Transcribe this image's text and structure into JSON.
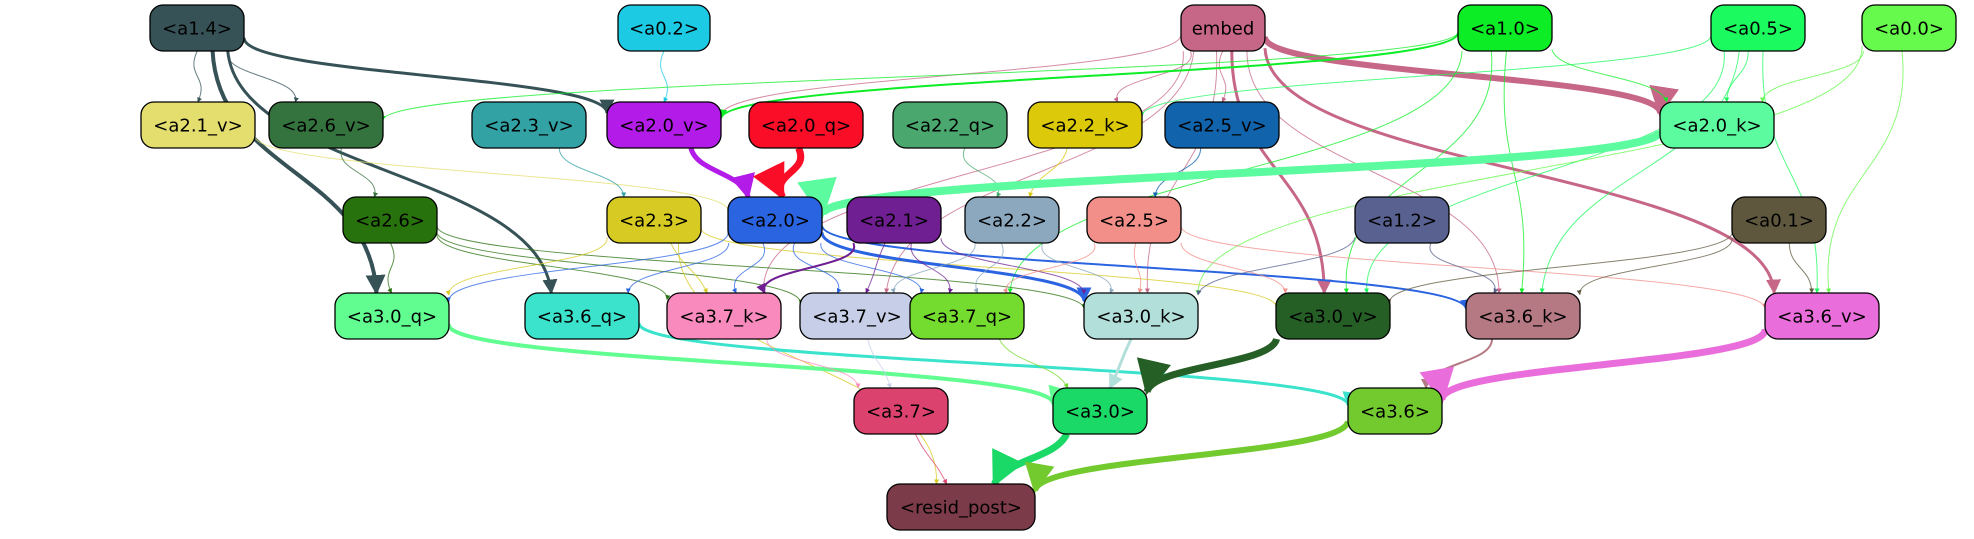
{
  "nodes": [
    {
      "id": "a1_4",
      "label": "<a1.4>",
      "fill": "#365257",
      "text": "#000000"
    },
    {
      "id": "a0_2",
      "label": "<a0.2>",
      "fill": "#1ccae4",
      "text": "#000000"
    },
    {
      "id": "embed",
      "label": "embed",
      "fill": "#c76787",
      "text": "#000000"
    },
    {
      "id": "a1_0",
      "label": "<a1.0>",
      "fill": "#0ded25",
      "text": "#000000"
    },
    {
      "id": "a0_5",
      "label": "<a0.5>",
      "fill": "#1bfa5e",
      "text": "#000000"
    },
    {
      "id": "a0_0",
      "label": "<a0.0>",
      "fill": "#66fa4c",
      "text": "#000000"
    },
    {
      "id": "a2_1_v",
      "label": "<a2.1_v>",
      "fill": "#e4de6f",
      "text": "#000000"
    },
    {
      "id": "a2_6_v",
      "label": "<a2.6_v>",
      "fill": "#34723e",
      "text": "#000000"
    },
    {
      "id": "a2_3_v",
      "label": "<a2.3_v>",
      "fill": "#32a2a5",
      "text": "#000000"
    },
    {
      "id": "a2_0_v",
      "label": "<a2.0_v>",
      "fill": "#b31be9",
      "text": "#000000"
    },
    {
      "id": "a2_0_q",
      "label": "<a2.0_q>",
      "fill": "#fa0d26",
      "text": "#000000"
    },
    {
      "id": "a2_2_q",
      "label": "<a2.2_q>",
      "fill": "#4aa86f",
      "text": "#000000"
    },
    {
      "id": "a2_2_k",
      "label": "<a2.2_k>",
      "fill": "#dcca0a",
      "text": "#000000"
    },
    {
      "id": "a2_5_v",
      "label": "<a2.5_v>",
      "fill": "#1163ab",
      "text": "#000000"
    },
    {
      "id": "a2_0_k",
      "label": "<a2.0_k>",
      "fill": "#5dfb9f",
      "text": "#000000"
    },
    {
      "id": "a2_6",
      "label": "<a2.6>",
      "fill": "#28720e",
      "text": "#000000"
    },
    {
      "id": "a2_3",
      "label": "<a2.3>",
      "fill": "#d7ca22",
      "text": "#000000"
    },
    {
      "id": "a2_0",
      "label": "<a2.0>",
      "fill": "#2a64e1",
      "text": "#000000"
    },
    {
      "id": "a2_1",
      "label": "<a2.1>",
      "fill": "#6f1f91",
      "text": "#000000"
    },
    {
      "id": "a2_2",
      "label": "<a2.2>",
      "fill": "#8ba8bf",
      "text": "#000000"
    },
    {
      "id": "a2_5",
      "label": "<a2.5>",
      "fill": "#f28f89",
      "text": "#000000"
    },
    {
      "id": "a1_2",
      "label": "<a1.2>",
      "fill": "#58618f",
      "text": "#000000"
    },
    {
      "id": "a0_1",
      "label": "<a0.1>",
      "fill": "#5e573e",
      "text": "#000000"
    },
    {
      "id": "a3_0_q",
      "label": "<a3.0_q>",
      "fill": "#62fd91",
      "text": "#000000"
    },
    {
      "id": "a3_6_q",
      "label": "<a3.6_q>",
      "fill": "#3be3cc",
      "text": "#000000"
    },
    {
      "id": "a3_7_k",
      "label": "<a3.7_k>",
      "fill": "#f98abe",
      "text": "#000000"
    },
    {
      "id": "a3_7_v",
      "label": "<a3.7_v>",
      "fill": "#c7cfe8",
      "text": "#000000"
    },
    {
      "id": "a3_7_q",
      "label": "<a3.7_q>",
      "fill": "#74dc2f",
      "text": "#000000"
    },
    {
      "id": "a3_0_k",
      "label": "<a3.0_k>",
      "fill": "#b3dfdb",
      "text": "#000000"
    },
    {
      "id": "a3_0_v",
      "label": "<a3.0_v>",
      "fill": "#265f26",
      "text": "#000000"
    },
    {
      "id": "a3_6_k",
      "label": "<a3.6_k>",
      "fill": "#b57984",
      "text": "#000000"
    },
    {
      "id": "a3_6_v",
      "label": "<a3.6_v>",
      "fill": "#ea6ddc",
      "text": "#000000"
    },
    {
      "id": "a3_7",
      "label": "<a3.7>",
      "fill": "#dc426e",
      "text": "#000000"
    },
    {
      "id": "a3_0",
      "label": "<a3.0>",
      "fill": "#1bd966",
      "text": "#000000"
    },
    {
      "id": "a3_6",
      "label": "<a3.6>",
      "fill": "#72ca2f",
      "text": "#000000"
    },
    {
      "id": "resid_post",
      "label": "<resid_post>",
      "fill": "#7c3b48",
      "text": "#000000"
    }
  ],
  "edges": [
    {
      "from": "a1_4",
      "to": "a2_1_v",
      "color": "#365257",
      "weight": 1
    },
    {
      "from": "a1_4",
      "to": "a2_6_v",
      "color": "#365257",
      "weight": 1
    },
    {
      "from": "a1_4",
      "to": "a2_0_v",
      "color": "#365257",
      "weight": 3
    },
    {
      "from": "a1_4",
      "to": "a3_0_q",
      "color": "#365257",
      "weight": 4
    },
    {
      "from": "a1_4",
      "to": "a3_6_q",
      "color": "#365257",
      "weight": 3
    },
    {
      "from": "a0_2",
      "to": "a2_0_v",
      "color": "#1ccae4",
      "weight": 1
    },
    {
      "from": "embed",
      "to": "a2_0_k",
      "color": "#c76787",
      "weight": 6
    },
    {
      "from": "embed",
      "to": "a3_0_v",
      "color": "#c76787",
      "weight": 3
    },
    {
      "from": "embed",
      "to": "a3_6_v",
      "color": "#c76787",
      "weight": 3
    },
    {
      "from": "embed",
      "to": "a2_2_k",
      "color": "#c76787",
      "weight": 1
    },
    {
      "from": "embed",
      "to": "a2_5_v",
      "color": "#c76787",
      "weight": 1
    },
    {
      "from": "embed",
      "to": "a2_0_v",
      "color": "#c76787",
      "weight": 1
    },
    {
      "from": "embed",
      "to": "a3_6_k",
      "color": "#c76787",
      "weight": 1
    },
    {
      "from": "embed",
      "to": "a3_0_k",
      "color": "#c76787",
      "weight": 1
    },
    {
      "from": "embed",
      "to": "a3_7_k",
      "color": "#c76787",
      "weight": 1
    },
    {
      "from": "embed",
      "to": "a3_7_v",
      "color": "#c76787",
      "weight": 1
    },
    {
      "from": "a1_0",
      "to": "a2_0_v",
      "color": "#0ded25",
      "weight": 2
    },
    {
      "from": "a1_0",
      "to": "a2_6_v",
      "color": "#0ded25",
      "weight": 1
    },
    {
      "from": "a1_0",
      "to": "a2_0_k",
      "color": "#0ded25",
      "weight": 1
    },
    {
      "from": "a1_0",
      "to": "a3_0_v",
      "color": "#0ded25",
      "weight": 1
    },
    {
      "from": "a1_0",
      "to": "a3_6_k",
      "color": "#0ded25",
      "weight": 1
    },
    {
      "from": "a1_0",
      "to": "a3_7_q",
      "color": "#0ded25",
      "weight": 1
    },
    {
      "from": "a0_5",
      "to": "a2_0_k",
      "color": "#1bfa5e",
      "weight": 1
    },
    {
      "from": "a0_5",
      "to": "a2_2_k",
      "color": "#1bfa5e",
      "weight": 1
    },
    {
      "from": "a0_5",
      "to": "a3_0_v",
      "color": "#1bfa5e",
      "weight": 1
    },
    {
      "from": "a0_5",
      "to": "a3_6_k",
      "color": "#1bfa5e",
      "weight": 1
    },
    {
      "from": "a0_5",
      "to": "a3_6_v",
      "color": "#1bfa5e",
      "weight": 1
    },
    {
      "from": "a0_0",
      "to": "a2_0_k",
      "color": "#66fa4c",
      "weight": 1
    },
    {
      "from": "a0_0",
      "to": "a3_0_k",
      "color": "#66fa4c",
      "weight": 1
    },
    {
      "from": "a0_0",
      "to": "a3_6_v",
      "color": "#66fa4c",
      "weight": 1
    },
    {
      "from": "a2_1_v",
      "to": "a2_0",
      "color": "#e4de6f",
      "weight": 1
    },
    {
      "from": "a2_6_v",
      "to": "a2_6",
      "color": "#34723e",
      "weight": 1
    },
    {
      "from": "a2_3_v",
      "to": "a2_3",
      "color": "#32a2a5",
      "weight": 1
    },
    {
      "from": "a2_0_v",
      "to": "a2_0",
      "color": "#b31be9",
      "weight": 5
    },
    {
      "from": "a2_0_q",
      "to": "a2_0",
      "color": "#fa0d26",
      "weight": 7
    },
    {
      "from": "a2_2_q",
      "to": "a2_2",
      "color": "#4aa86f",
      "weight": 1
    },
    {
      "from": "a2_2_k",
      "to": "a2_2",
      "color": "#dcca0a",
      "weight": 1
    },
    {
      "from": "a2_5_v",
      "to": "a2_5",
      "color": "#1163ab",
      "weight": 1
    },
    {
      "from": "a2_0_k",
      "to": "a2_0",
      "color": "#5dfb9f",
      "weight": 8
    },
    {
      "from": "a2_6",
      "to": "a3_0_q",
      "color": "#28720e",
      "weight": 1
    },
    {
      "from": "a2_6",
      "to": "a3_7_v",
      "color": "#28720e",
      "weight": 1
    },
    {
      "from": "a2_6",
      "to": "a3_7_k",
      "color": "#28720e",
      "weight": 1
    },
    {
      "from": "a2_6",
      "to": "a3_0_k",
      "color": "#28720e",
      "weight": 1
    },
    {
      "from": "a2_3",
      "to": "a3_0_q",
      "color": "#d7ca22",
      "weight": 1
    },
    {
      "from": "a2_3",
      "to": "a3_7_k",
      "color": "#d7ca22",
      "weight": 1
    },
    {
      "from": "a2_3",
      "to": "a3_0_v",
      "color": "#d7ca22",
      "weight": 1
    },
    {
      "from": "a2_3",
      "to": "resid_post",
      "color": "#d7ca22",
      "weight": 1
    },
    {
      "from": "a2_0",
      "to": "a3_0_k",
      "color": "#2a64e1",
      "weight": 3
    },
    {
      "from": "a2_0",
      "to": "a3_6_k",
      "color": "#2a64e1",
      "weight": 2
    },
    {
      "from": "a2_0",
      "to": "a3_7_k",
      "color": "#2a64e1",
      "weight": 1
    },
    {
      "from": "a2_0",
      "to": "a3_7_v",
      "color": "#2a64e1",
      "weight": 1
    },
    {
      "from": "a2_0",
      "to": "a3_7_q",
      "color": "#2a64e1",
      "weight": 1
    },
    {
      "from": "a2_0",
      "to": "a3_6_q",
      "color": "#2a64e1",
      "weight": 1
    },
    {
      "from": "a2_0",
      "to": "a3_0_q",
      "color": "#2a64e1",
      "weight": 1
    },
    {
      "from": "a2_1",
      "to": "a3_7_k",
      "color": "#6f1f91",
      "weight": 2
    },
    {
      "from": "a2_1",
      "to": "a3_7_v",
      "color": "#6f1f91",
      "weight": 1
    },
    {
      "from": "a2_1",
      "to": "a3_7_q",
      "color": "#6f1f91",
      "weight": 1
    },
    {
      "from": "a2_1",
      "to": "a3_0_k",
      "color": "#6f1f91",
      "weight": 1
    },
    {
      "from": "a2_2",
      "to": "a3_7_v",
      "color": "#8ba8bf",
      "weight": 1
    },
    {
      "from": "a2_2",
      "to": "a3_7_q",
      "color": "#8ba8bf",
      "weight": 1
    },
    {
      "from": "a2_2",
      "to": "a3_0_k",
      "color": "#8ba8bf",
      "weight": 1
    },
    {
      "from": "a2_5",
      "to": "a3_0_k",
      "color": "#f28f89",
      "weight": 1
    },
    {
      "from": "a2_5",
      "to": "a3_0_v",
      "color": "#f28f89",
      "weight": 1
    },
    {
      "from": "a2_5",
      "to": "a3_6_v",
      "color": "#f28f89",
      "weight": 1
    },
    {
      "from": "a2_5",
      "to": "a3_7_q",
      "color": "#f28f89",
      "weight": 1
    },
    {
      "from": "a1_2",
      "to": "a3_6_k",
      "color": "#58618f",
      "weight": 1
    },
    {
      "from": "a1_2",
      "to": "a3_0_k",
      "color": "#58618f",
      "weight": 1
    },
    {
      "from": "a0_1",
      "to": "a3_6_v",
      "color": "#5e573e",
      "weight": 1
    },
    {
      "from": "a0_1",
      "to": "a3_6_k",
      "color": "#5e573e",
      "weight": 1
    },
    {
      "from": "a0_1",
      "to": "a3_0_v",
      "color": "#5e573e",
      "weight": 1
    },
    {
      "from": "a3_0_q",
      "to": "a3_0",
      "color": "#62fd91",
      "weight": 4
    },
    {
      "from": "a3_6_q",
      "to": "a3_6",
      "color": "#3be3cc",
      "weight": 3
    },
    {
      "from": "a3_7_k",
      "to": "a3_7",
      "color": "#f98abe",
      "weight": 1
    },
    {
      "from": "a3_7_v",
      "to": "a3_7",
      "color": "#c7cfe8",
      "weight": 1
    },
    {
      "from": "a3_7_q",
      "to": "a3_0",
      "color": "#74dc2f",
      "weight": 1
    },
    {
      "from": "a3_0_k",
      "to": "a3_0",
      "color": "#b3dfdb",
      "weight": 3
    },
    {
      "from": "a3_0_v",
      "to": "a3_0",
      "color": "#265f26",
      "weight": 7
    },
    {
      "from": "a3_6_k",
      "to": "a3_6",
      "color": "#b57984",
      "weight": 2
    },
    {
      "from": "a3_6_v",
      "to": "a3_6",
      "color": "#ea6ddc",
      "weight": 7
    },
    {
      "from": "a3_7",
      "to": "resid_post",
      "color": "#dc426e",
      "weight": 1
    },
    {
      "from": "a3_0",
      "to": "resid_post",
      "color": "#1bd966",
      "weight": 7
    },
    {
      "from": "a3_6",
      "to": "resid_post",
      "color": "#72ca2f",
      "weight": 6
    }
  ]
}
